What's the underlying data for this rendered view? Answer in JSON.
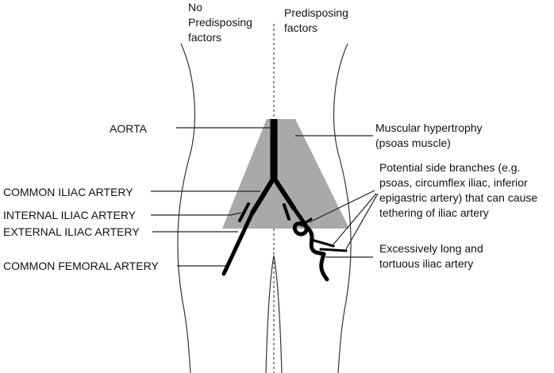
{
  "headers": {
    "left": [
      "No",
      "Predisposing",
      "factors"
    ],
    "right": [
      "Predisposing",
      "factors"
    ]
  },
  "labels": {
    "aorta": "AORTA",
    "common_iliac": "COMMON ILIAC ARTERY",
    "internal_iliac": "INTERNAL ILIAC ARTERY",
    "external_iliac": "EXTERNAL ILIAC ARTERY",
    "common_femoral": "COMMON FEMORAL ARTERY",
    "muscular": [
      "Muscular hypertrophy",
      "(psoas muscle)"
    ],
    "side_branches": [
      "Potential side branches (e.g.",
      "psoas, circumflex iliac, inferior",
      "epigastric artery) that can cause",
      "tethering of iliac artery"
    ],
    "tortuous": [
      "Excessively long and",
      "tortuous iliac artery"
    ]
  },
  "colors": {
    "artery": "#000000",
    "psoas_shading": "#a9a9a9",
    "outline": "#333333"
  }
}
